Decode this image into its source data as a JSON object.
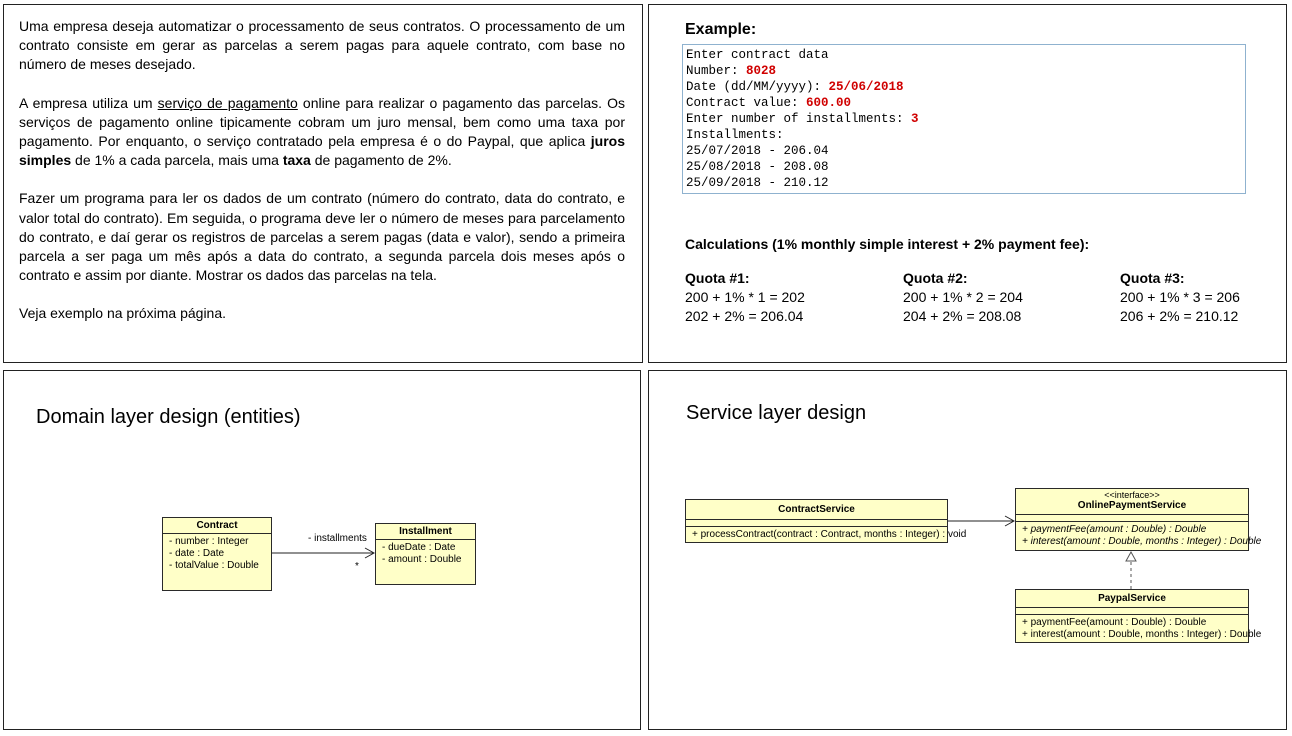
{
  "description": {
    "p1": "Uma empresa deseja automatizar o processamento de seus contratos. O processamento de um contrato consiste em gerar as parcelas a serem pagas para aquele contrato, com base no número de meses desejado.",
    "p2_a": "A empresa utiliza um ",
    "p2_link": "serviço de pagamento",
    "p2_b": " online para realizar o pagamento das parcelas. Os serviços de pagamento online tipicamente cobram um juro mensal, bem como uma taxa por pagamento. Por enquanto, o serviço contratado pela empresa é o do Paypal, que aplica ",
    "p2_bold1": "juros simples",
    "p2_c": " de 1% a cada parcela, mais uma ",
    "p2_bold2": "taxa",
    "p2_d": " de pagamento de 2%.",
    "p3": "Fazer um programa para ler os dados de um contrato (número do contrato, data do contrato, e valor total do contrato). Em seguida, o programa deve ler o número de meses para parcelamento do contrato, e daí gerar os registros de parcelas a serem pagas (data e valor), sendo a primeira parcela a ser paga um mês após a data do contrato, a segunda parcela dois meses após o contrato e assim por diante. Mostrar os dados das parcelas na tela.",
    "p4": "Veja exemplo na próxima página."
  },
  "example": {
    "title": "Example:",
    "l1": "Enter contract data",
    "l2_label": "Number: ",
    "l2_value": "8028",
    "l3_label": "Date (dd/MM/yyyy): ",
    "l3_value": "25/06/2018",
    "l4_label": "Contract value: ",
    "l4_value": "600.00",
    "l5_label": "Enter number of installments: ",
    "l5_value": "3",
    "l6": "Installments:",
    "l7": "25/07/2018 - 206.04",
    "l8": "25/08/2018 - 208.08",
    "l9": "25/09/2018 - 210.12"
  },
  "calculations": {
    "title": "Calculations (1% monthly simple interest + 2% payment fee):",
    "quotas": [
      {
        "title": "Quota #1:",
        "line1": "200 + 1% * 1 = 202",
        "line2": "202 + 2% = 206.04"
      },
      {
        "title": "Quota #2:",
        "line1": "200 + 1% * 2 = 204",
        "line2": "204 + 2% = 208.08"
      },
      {
        "title": "Quota #3:",
        "line1": "200 + 1% * 3 = 206",
        "line2": "206 + 2% = 210.12"
      }
    ]
  },
  "domain": {
    "title": "Domain layer design (entities)",
    "contract": {
      "name": "Contract",
      "attrs": [
        "- number : Integer",
        "- date : Date",
        "- totalValue : Double"
      ]
    },
    "installment": {
      "name": "Installment",
      "attrs": [
        "- dueDate : Date",
        "- amount : Double"
      ]
    },
    "assoc_label": "- installments",
    "multiplicity": "*"
  },
  "service": {
    "title": "Service layer design",
    "contract_service": {
      "name": "ContractService",
      "ops": [
        "+ processContract(contract : Contract, months : Integer) : void"
      ]
    },
    "online_payment": {
      "stereotype": "<<interface>>",
      "name": "OnlinePaymentService",
      "ops": [
        "+ paymentFee(amount : Double) : Double",
        "+ interest(amount : Double, months : Integer) : Double"
      ]
    },
    "paypal": {
      "name": "PaypalService",
      "ops": [
        "+ paymentFee(amount : Double) : Double",
        "+ interest(amount : Double, months : Integer) : Double"
      ]
    }
  }
}
